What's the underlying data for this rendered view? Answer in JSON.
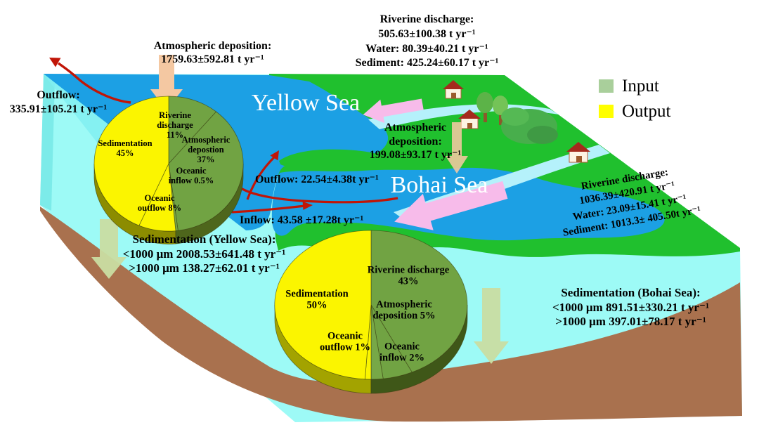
{
  "figure": {
    "description_visible_text_only": true,
    "sea_labels": {
      "yellow_sea": "Yellow Sea",
      "bohai_sea": "Bohai Sea"
    }
  },
  "legend": {
    "input_label": "Input",
    "output_label": "Output",
    "input_color": "#A9CF9B",
    "output_color": "#FFFF00"
  },
  "annotations": {
    "atm_dep_yellow_sea": {
      "l1": "Atmospheric deposition:",
      "l2": "1759.63±592.81 t yr⁻¹"
    },
    "riverine_yellow_sea": {
      "l1": "Riverine discharge:",
      "l2": "505.63±100.38 t yr⁻¹",
      "l3": "Water: 80.39±40.21 t yr⁻¹",
      "l4": "Sediment: 425.24±60.17 t yr⁻¹"
    },
    "outflow_yellow_sea": {
      "l1": "Outflow:",
      "l2": "335.91±105.21 t yr⁻¹"
    },
    "atm_dep_bohai": {
      "l1": "Atmospheric",
      "l2": "deposition:",
      "l3": "199.08±93.17 t yr⁻¹"
    },
    "outflow_bohai": "Outflow:  22.54±4.38t yr⁻¹",
    "inflow_bohai": "Inflow:  43.58 ±17.28t yr⁻¹",
    "riverine_bohai": {
      "l1": "Riverine discharge:",
      "l2": "1036.39±420.91 t yr⁻¹",
      "l3": "Water: 23.09±15.41 t yr⁻¹",
      "l4": "Sediment: 1013.3± 405.50t yr⁻¹"
    },
    "sedimentation_yellow_sea": {
      "l1": "Sedimentation (Yellow Sea):",
      "l2": "<1000 μm 2008.53±641.48 t yr⁻¹",
      "l3": ">1000 μm 138.27±62.01 t yr⁻¹"
    },
    "sedimentation_bohai": {
      "l1": "Sedimentation (Bohai Sea):",
      "l2": "<1000 μm  891.51±330.21 t yr⁻¹",
      "l3": ">1000 μm 397.01±78.17 t yr⁻¹"
    }
  },
  "pie_yellow_sea_labels": {
    "riverine_l1": "Riverine",
    "riverine_l2": "discharge",
    "riverine_l3": "11%",
    "atmos_l1": "Atmospheric",
    "atmos_l2": "depostion",
    "atmos_l3": "37%",
    "oceanic_inflow_l1": "Oceanic",
    "oceanic_inflow_l2": "inflow 0.5%",
    "oceanic_outflow_l1": "Oceanic",
    "oceanic_outflow_l2": "outflow 8%",
    "sedimentation_l1": "Sedimentation",
    "sedimentation_l2": "45%"
  },
  "pie_bohai_labels": {
    "riverine_l1": "Riverine discharge",
    "riverine_l2": "43%",
    "sedimentation_l1": "Sedimentation",
    "sedimentation_l2": "50%",
    "atmos_l1": "Atmospheric",
    "atmos_l2": "deposition 5%",
    "oceanic_outflow_l1": "Oceanic",
    "oceanic_outflow_l2": "outflow 1%",
    "oceanic_inflow_l1": "Oceanic",
    "oceanic_inflow_l2": "inflow 2%"
  },
  "chart_data": [
    {
      "type": "pie",
      "sea": "Yellow Sea",
      "categories": [
        "Riverine discharge",
        "Atmospheric depostion",
        "Oceanic inflow",
        "Oceanic outflow",
        "Sedimentation"
      ],
      "values": [
        11,
        37,
        0.5,
        8,
        45
      ],
      "units": "%",
      "slice_roles": [
        "Input",
        "Input",
        "Input",
        "Output",
        "Output"
      ],
      "legend_position": "top-right",
      "input_color": "#71A343",
      "output_color": "#FBF500"
    },
    {
      "type": "pie",
      "sea": "Bohai Sea",
      "categories": [
        "Riverine discharge",
        "Atmospheric deposition",
        "Oceanic inflow",
        "Oceanic outflow",
        "Sedimentation"
      ],
      "values": [
        43,
        5,
        2,
        1,
        50
      ],
      "units": "%",
      "slice_roles": [
        "Input",
        "Input",
        "Input",
        "Output",
        "Output"
      ],
      "legend_position": "top-right",
      "input_color": "#71A343",
      "output_color": "#FBF500"
    }
  ],
  "colors": {
    "sea_blue": "#1CA0E4",
    "land_green": "#20C02E",
    "block_face_cyan": "#9DFAF6",
    "seafloor_brown": "#A9714E",
    "river": "#B5F1FB",
    "arrow_pink": "#F7BBEA",
    "arrow_peach": "#F4C8A2",
    "arrow_red": "#C11507",
    "arrow_sedimentation": "#C9DDA2"
  }
}
